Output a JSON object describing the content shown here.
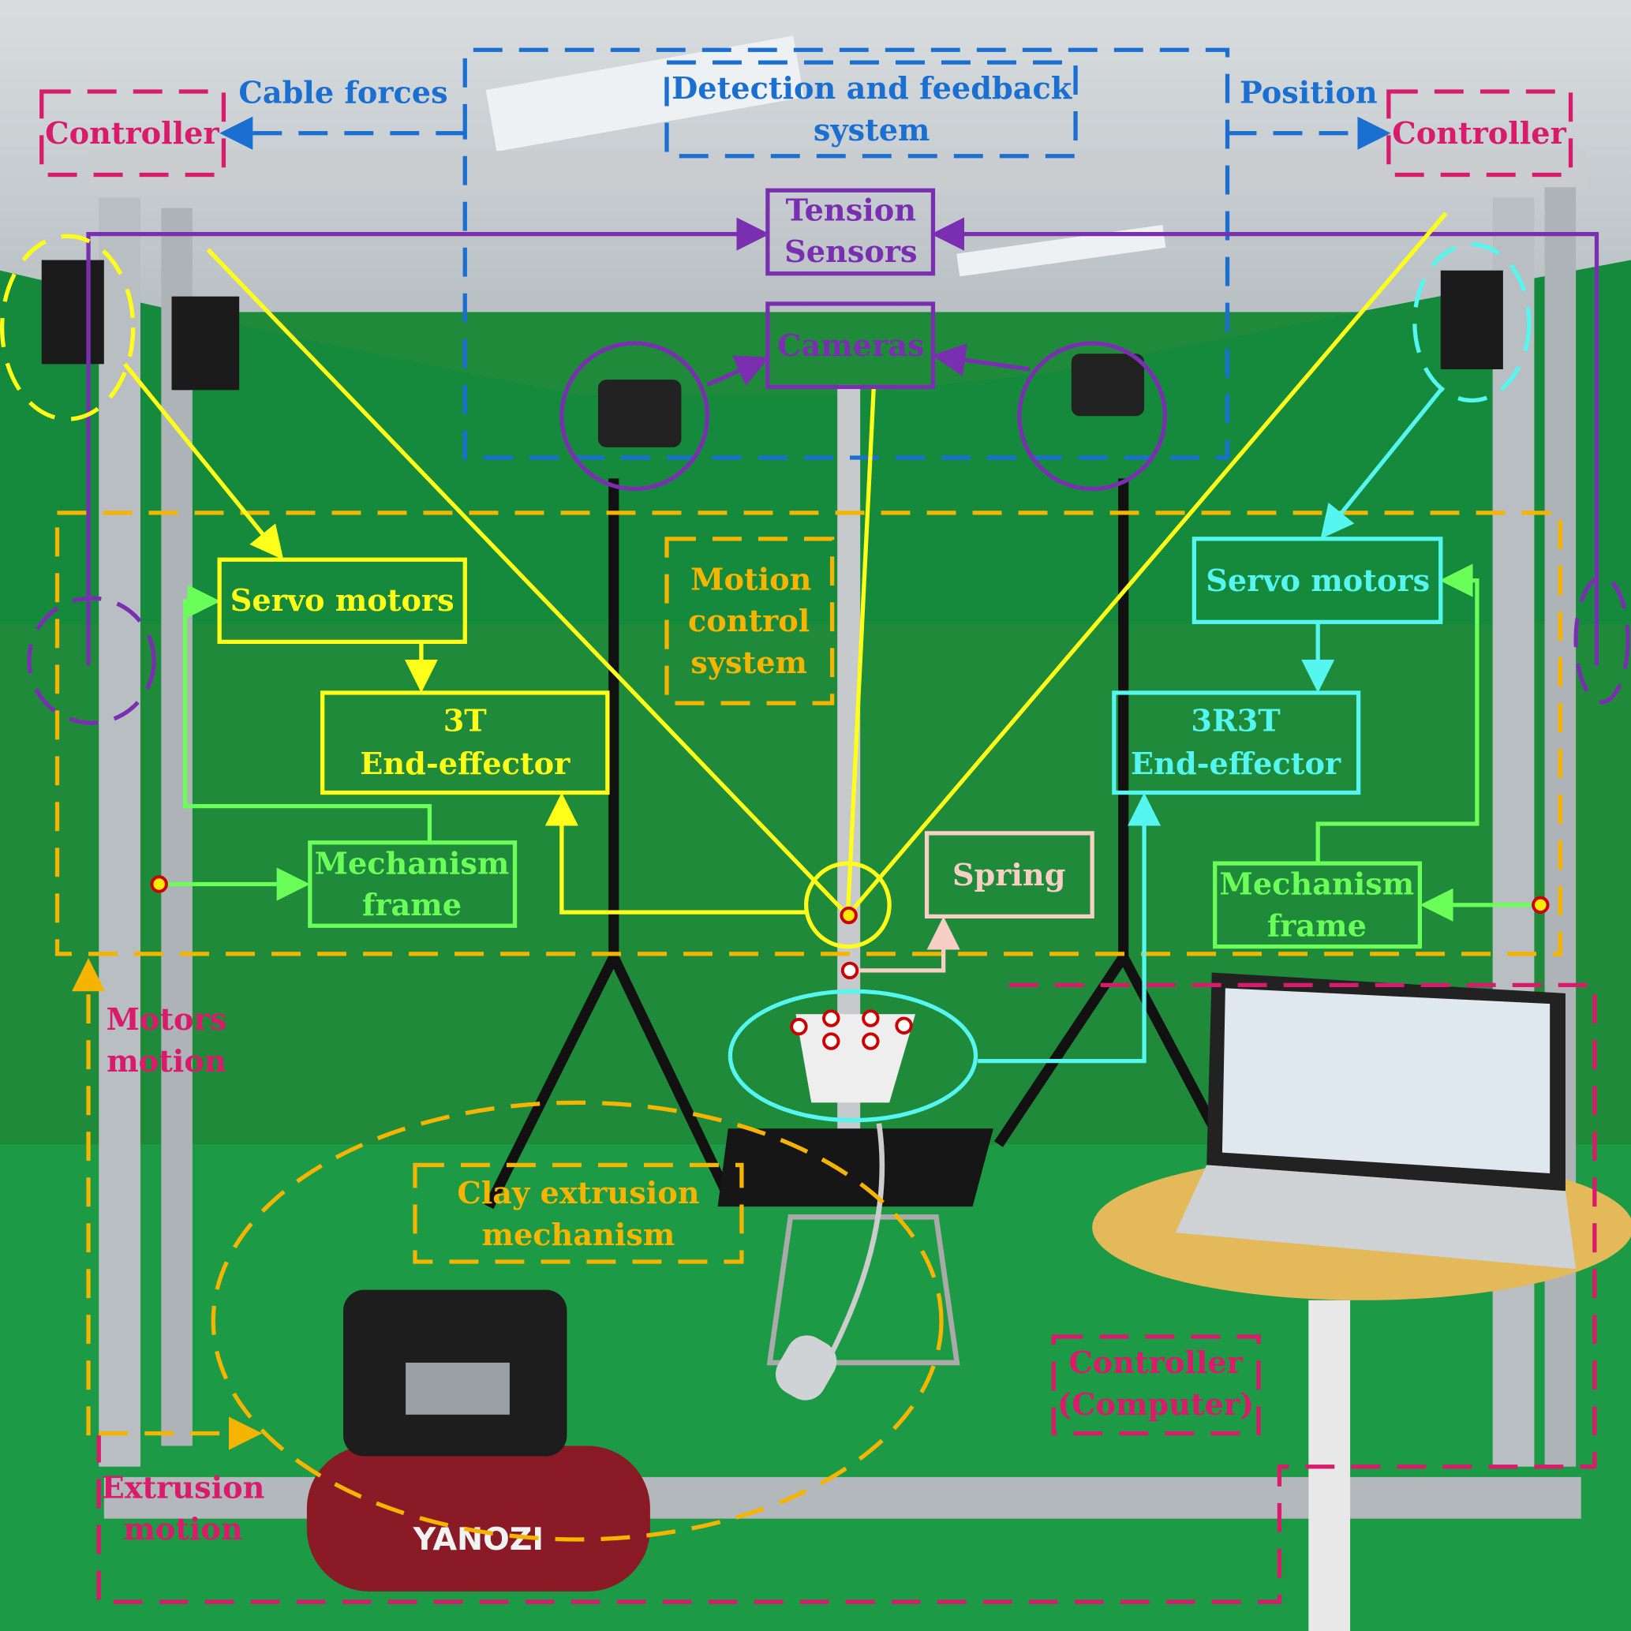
{
  "labels": {
    "cable_forces": "Cable forces",
    "detection_1": "Detection and feedback",
    "detection_2": "system",
    "position": "Position",
    "controller_left": "Controller",
    "controller_right": "Controller",
    "tension_1": "Tension",
    "tension_2": "Sensors",
    "cameras": "Cameras",
    "servo_left": "Servo motors",
    "servo_right": "Servo motors",
    "ee3t_1": "3T",
    "ee3t_2": "End-effector",
    "ee3r3t_1": "3R3T",
    "ee3r3t_2": "End-effector",
    "motion_1": "Motion",
    "motion_2": "control",
    "motion_3": "system",
    "mech_left_1": "Mechanism",
    "mech_left_2": "frame",
    "mech_right_1": "Mechanism",
    "mech_right_2": "frame",
    "spring": "Spring",
    "motors_motion_1": "Motors",
    "motors_motion_2": "motion",
    "clay_1": "Clay extrusion",
    "clay_2": "mechanism",
    "computer_1": "Controller",
    "computer_2": "(Computer)",
    "extrusion_1": "Extrusion",
    "extrusion_2": "motion",
    "compressor_brand": "YANOZI"
  },
  "colors": {
    "blue": "#1a6fd0",
    "magenta": "#d81b6a",
    "purple": "#7a2fb0",
    "yellow": "#ffff1a",
    "orange": "#f5b400",
    "green": "#6bff5a",
    "cyan": "#55f5f0",
    "pink": "#f7cfc4"
  }
}
